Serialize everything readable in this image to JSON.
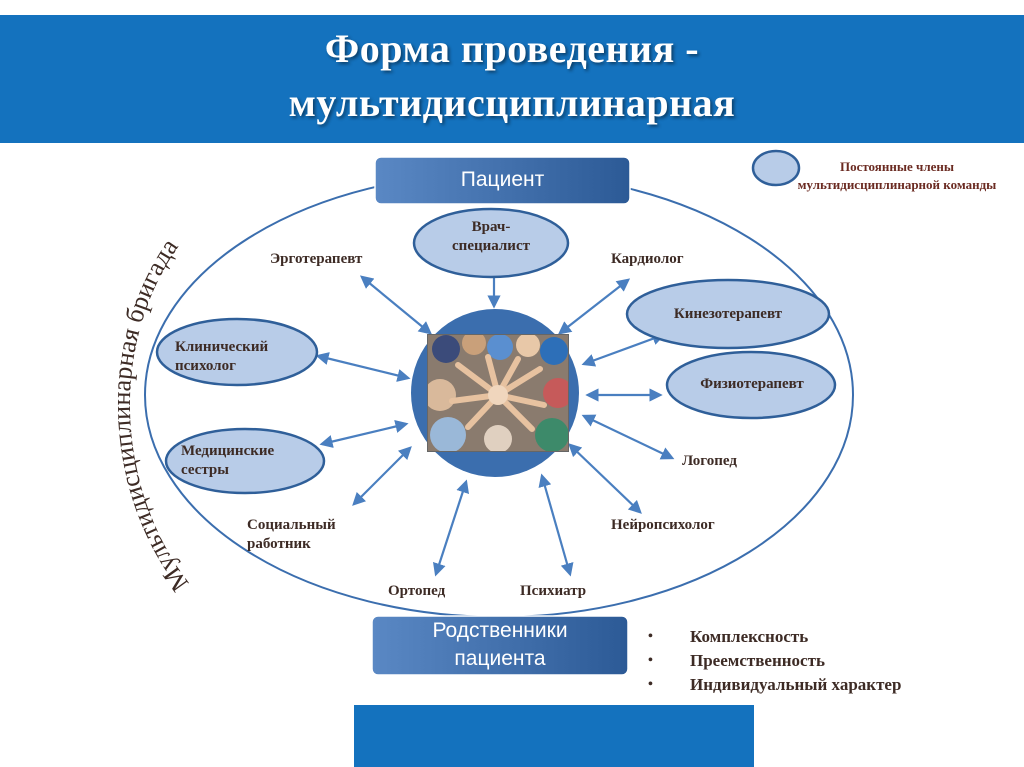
{
  "title": {
    "line1": "Форма проведения -",
    "line2": "мультидисциплинарная"
  },
  "outer_label": "Мультидисциплинарная бригада",
  "top_box": "Пациент",
  "bottom_box": {
    "line1": "Родственники",
    "line2": "пациента"
  },
  "legend": {
    "text": "Постоянные члены мультидисциплинарной команды"
  },
  "core_members": {
    "doctor": {
      "line1": "Врач-",
      "line2": "специалист"
    },
    "kinesio": "Кинезотерапевт",
    "physio": "Физиотерапевт",
    "psychologist": {
      "line1": "Клинический",
      "line2": "психолог"
    },
    "nurses": {
      "line1": "Медицинские",
      "line2": "сестры"
    }
  },
  "other_members": {
    "ergo": "Эрготерапевт",
    "cardio": "Кардиолог",
    "logoped": "Логопед",
    "neuro": "Нейропсихолог",
    "social": {
      "line1": "Социальный",
      "line2": "работник"
    },
    "ortho": "Ортопед",
    "psychiatrist": "Психиатр"
  },
  "principles": [
    "Комплексность",
    "Преемственность",
    "Индивидуальный характер"
  ],
  "colors": {
    "banner": "#1472be",
    "box_fill": "#3b6eae",
    "ellipse_fill": "#b8cce8",
    "ellipse_stroke": "#2f5f99",
    "arrow": "#4a7fc0",
    "text_dark": "#3d2b25",
    "legend_text": "#6b2b22"
  }
}
